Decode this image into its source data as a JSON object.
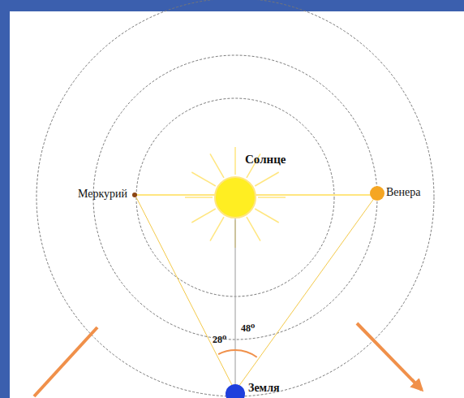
{
  "diagram": {
    "labels": [
      "Солнце",
      "Меркурий",
      "Венера",
      "Земля",
      "28⁰",
      "48⁰"
    ]
  }
}
